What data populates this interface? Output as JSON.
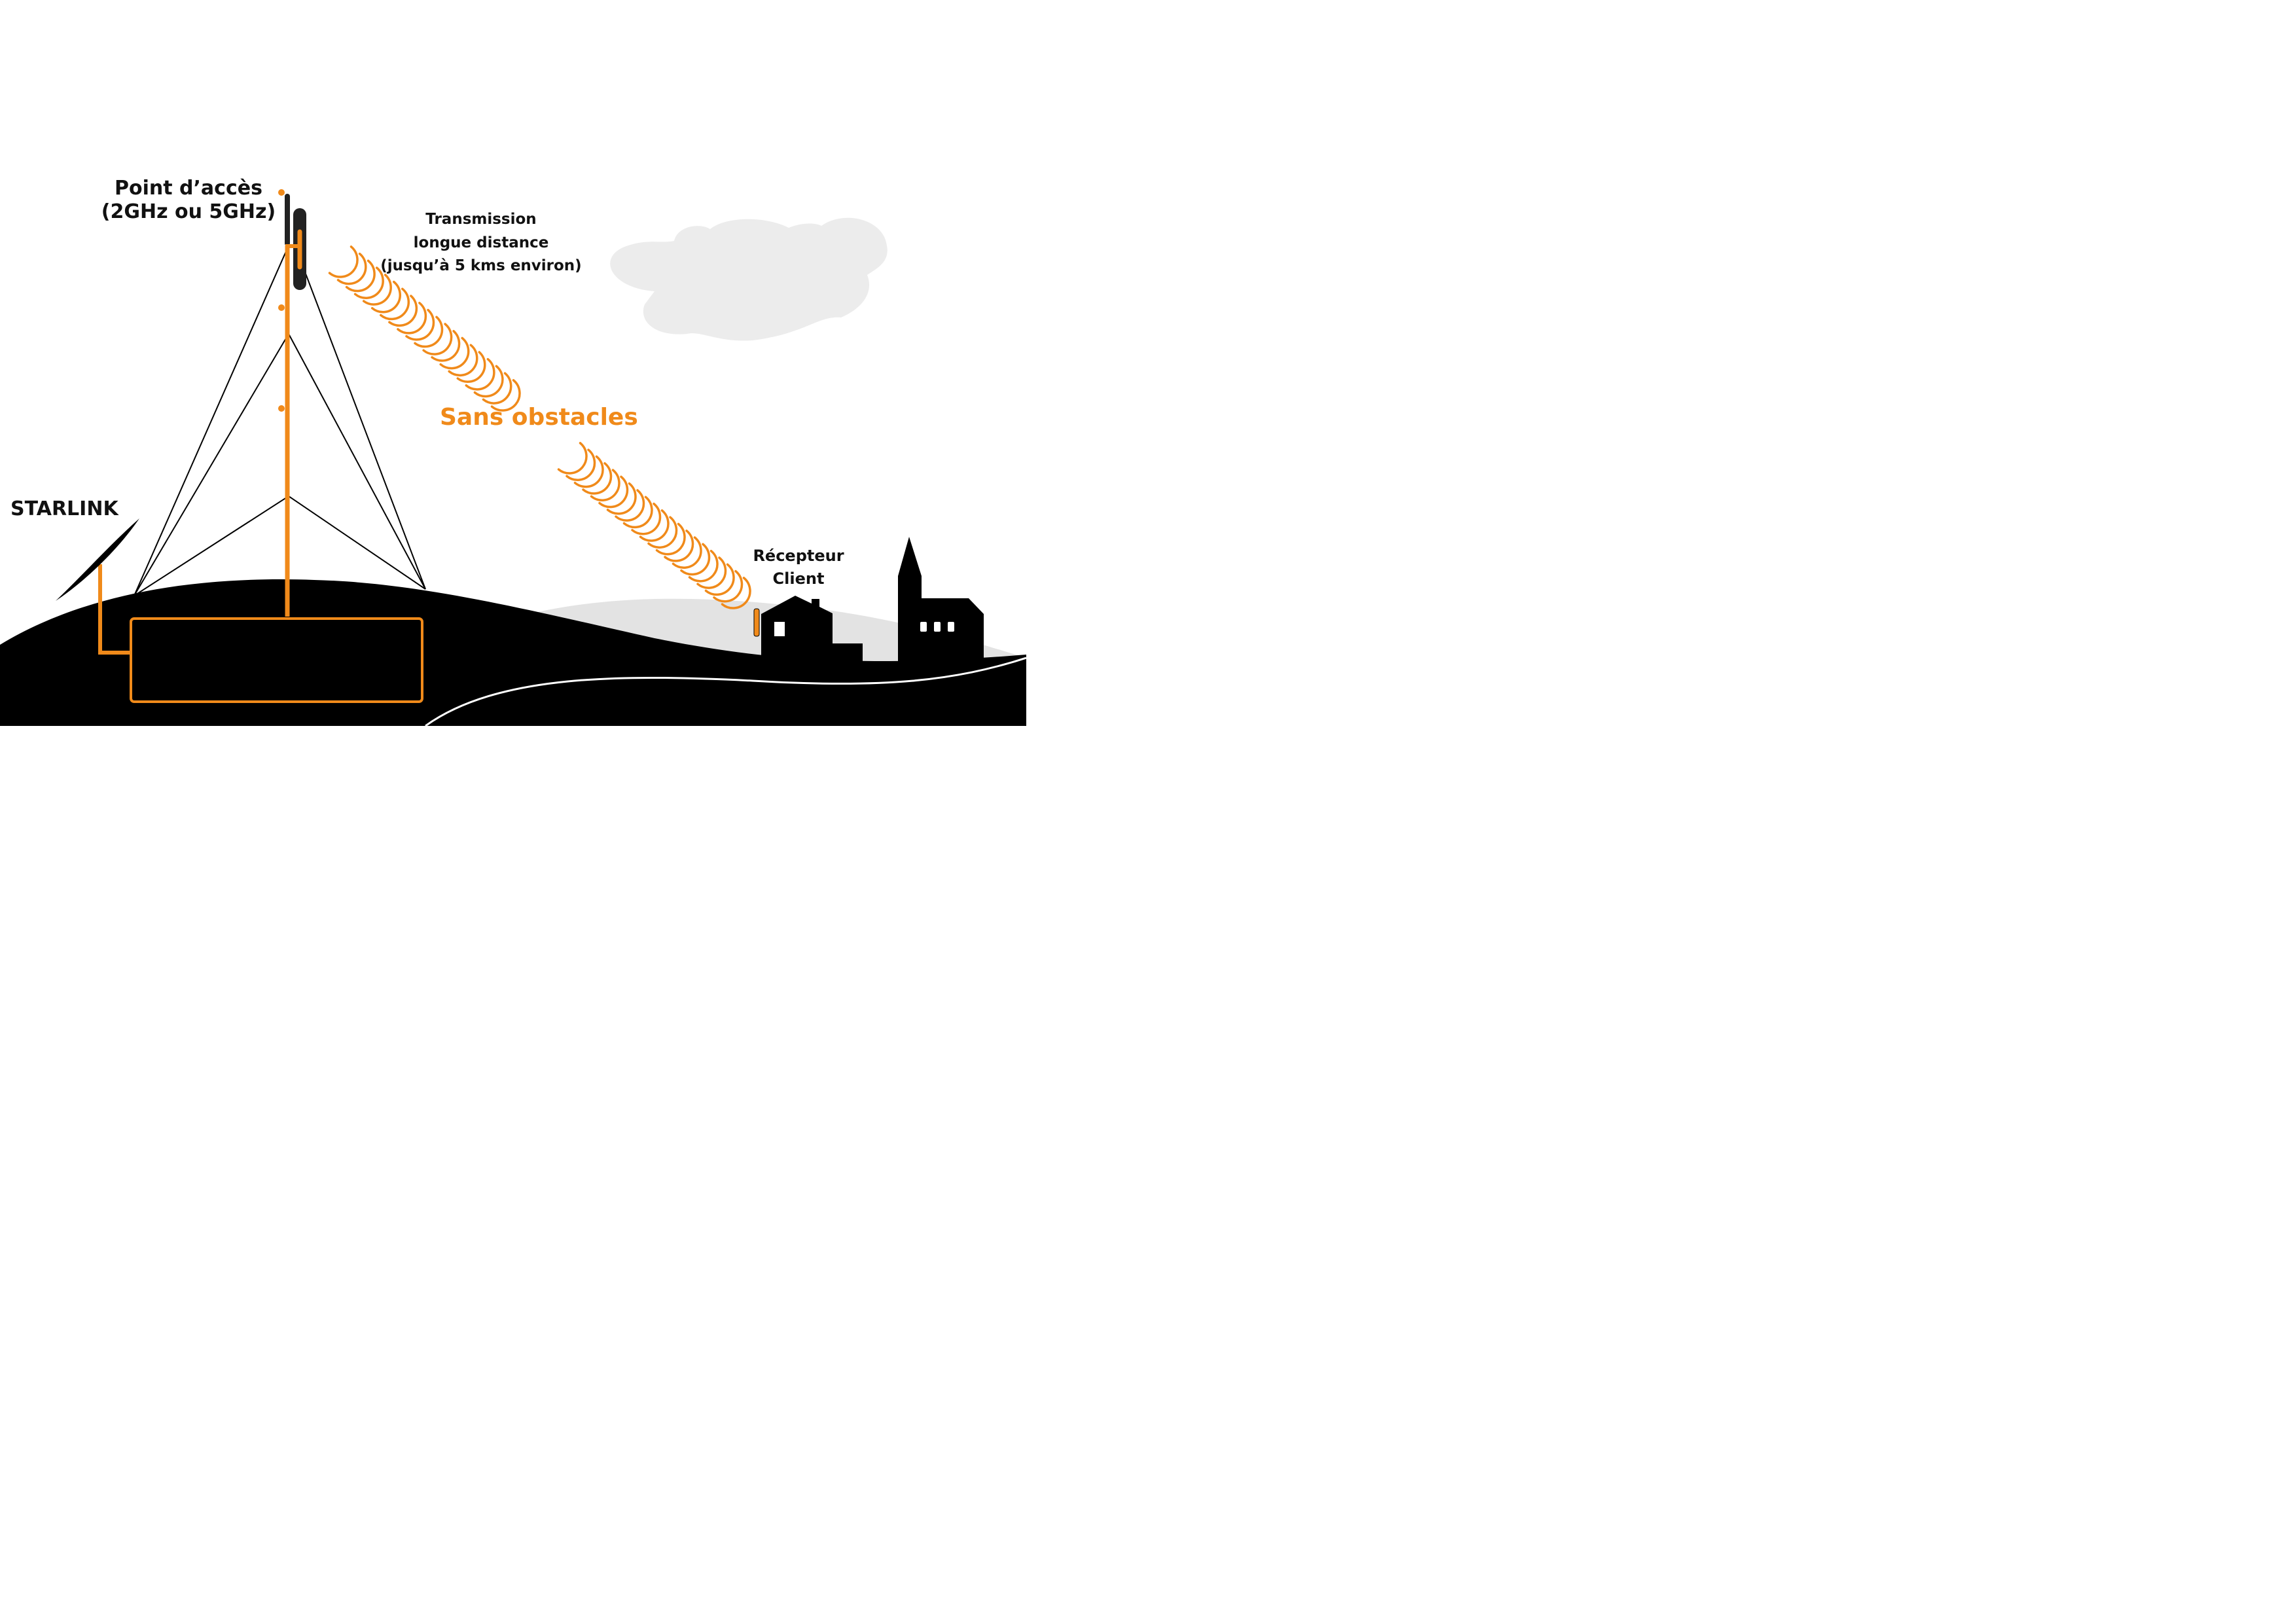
{
  "labels": {
    "access_point_line1": "Point d’accès",
    "access_point_line2": "(2GHz ou 5GHz)",
    "transmission_line1": "Transmission",
    "transmission_line2": "longue distance",
    "transmission_line3": "(jusqu’à 5 kms environ)",
    "no_obstacles": "Sans obstacles",
    "starlink": "STARLINK",
    "receiver_line1": "Récepteur",
    "receiver_line2": "Client"
  },
  "colors": {
    "accent": "#F08A1A",
    "ground": "#000000",
    "cloud": "#ECECEC",
    "background_hill": "#E3E3E3",
    "text": "#111111"
  },
  "icons": [
    "satellite-dish-icon",
    "antenna-mast-icon",
    "cloud-icon",
    "house-icon",
    "church-icon",
    "wave-signal-icon"
  ]
}
